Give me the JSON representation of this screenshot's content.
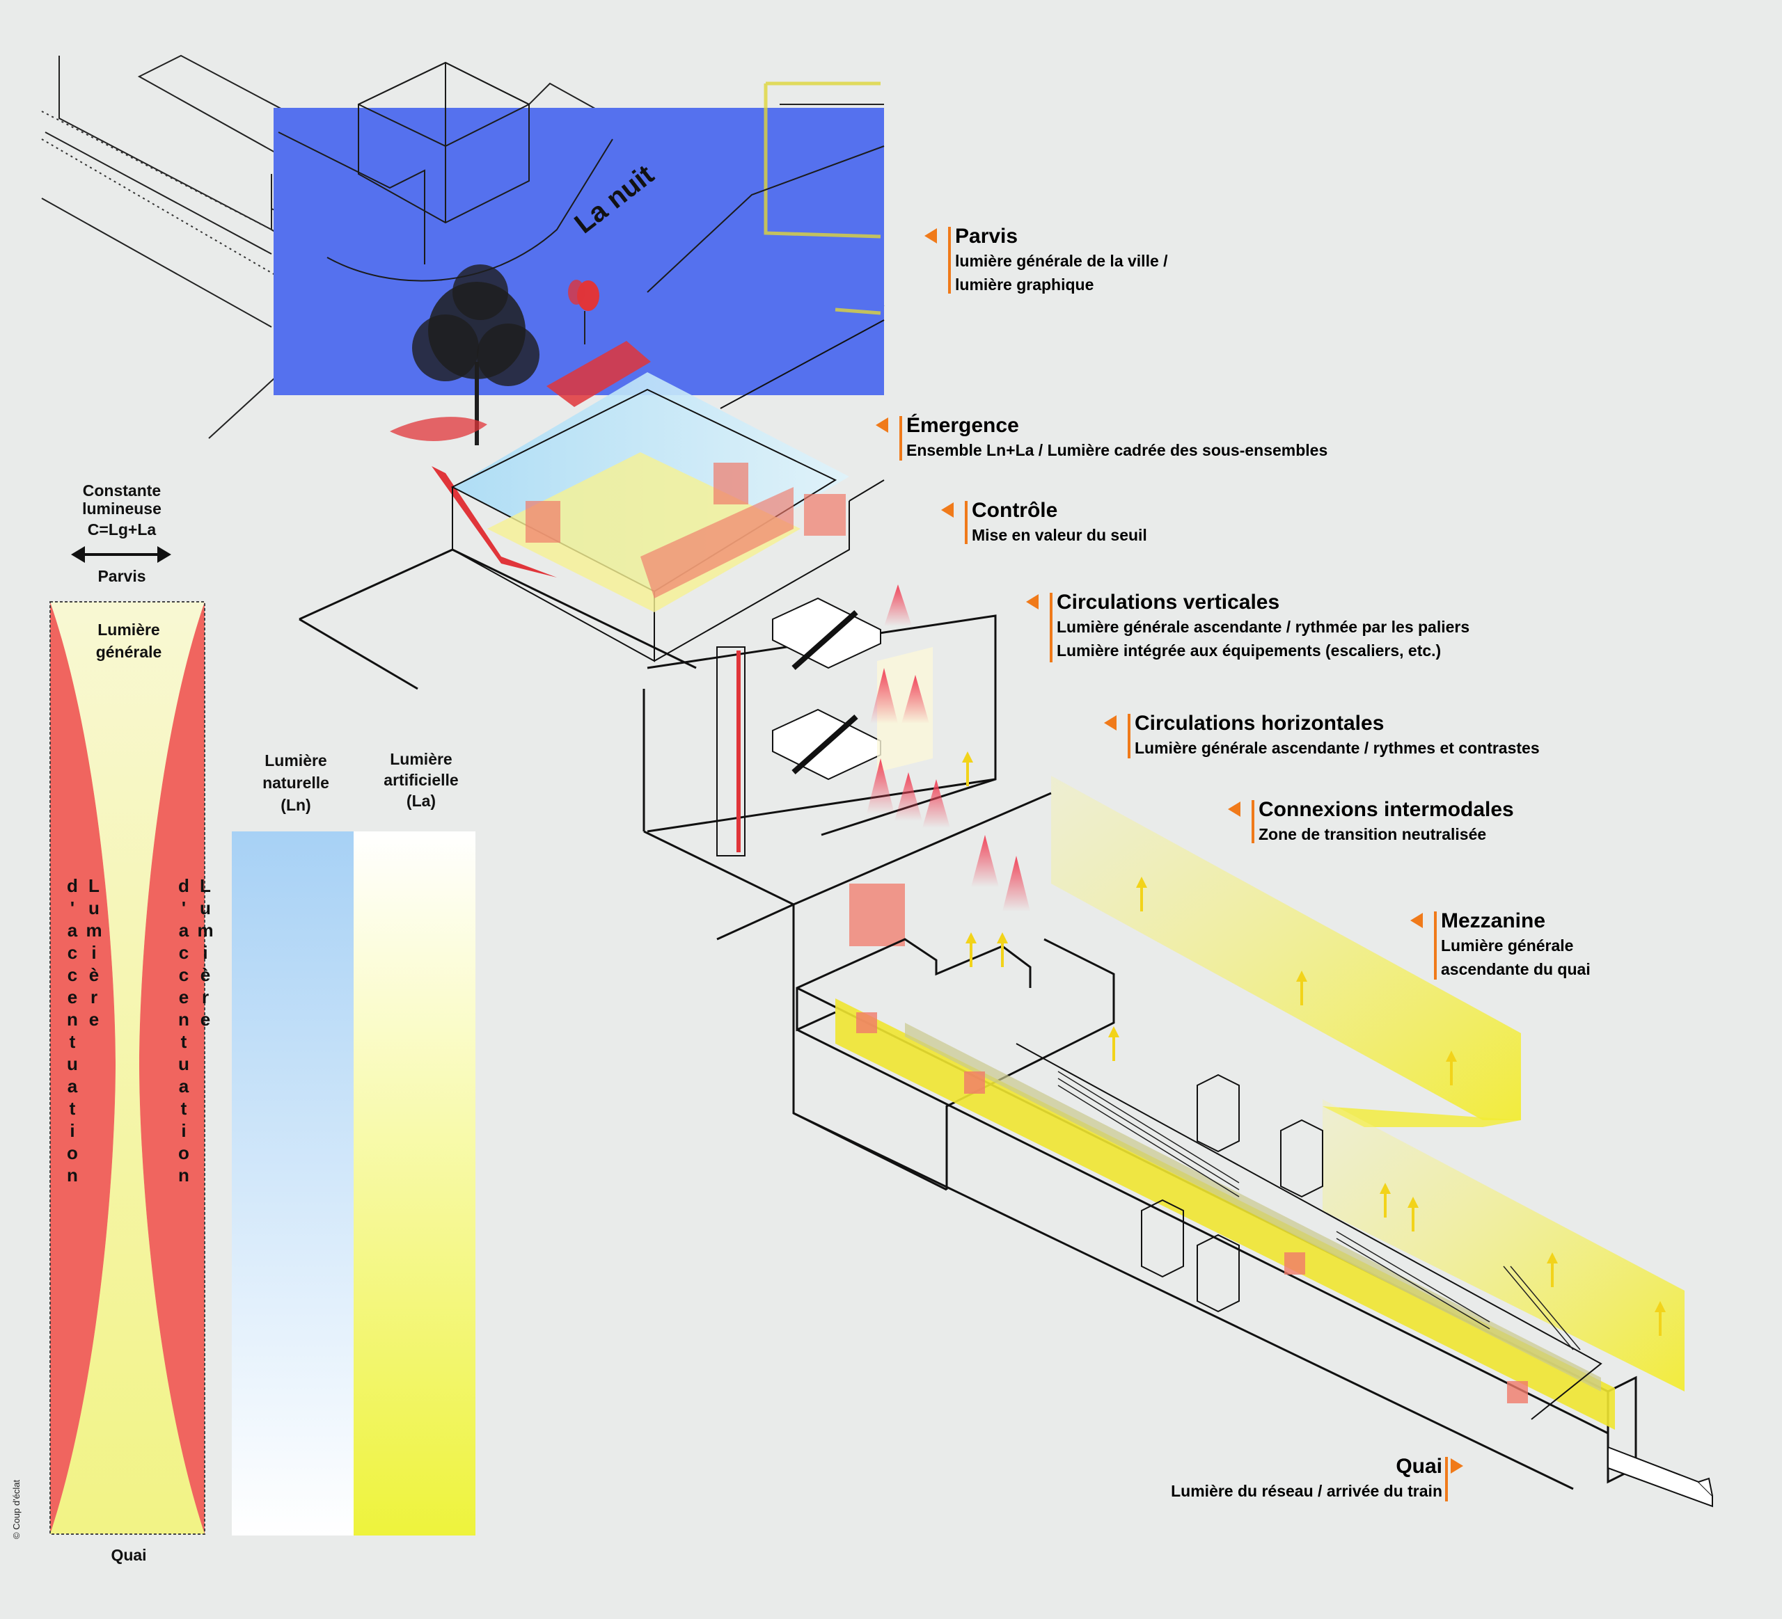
{
  "night_label": "La nuit",
  "labels": [
    {
      "id": "parvis",
      "title": "Parvis",
      "lines": [
        "lumière générale de la ville /",
        "lumière graphique"
      ]
    },
    {
      "id": "emergence",
      "title": "Émergence",
      "lines": [
        "Ensemble Ln+La / Lumière cadrée des sous-ensembles"
      ]
    },
    {
      "id": "controle",
      "title": "Contrôle",
      "lines": [
        "Mise en valeur du seuil"
      ]
    },
    {
      "id": "circ-verticales",
      "title": "Circulations verticales",
      "lines": [
        "Lumière générale ascendante / rythmée par les paliers",
        "Lumière intégrée aux équipements (escaliers, etc.)"
      ]
    },
    {
      "id": "circ-horizontales",
      "title": "Circulations horizontales",
      "lines": [
        "Lumière générale ascendante / rythmes et contrastes"
      ]
    },
    {
      "id": "connexions",
      "title": "Connexions intermodales",
      "lines": [
        "Zone de transition neutralisée"
      ]
    },
    {
      "id": "mezzanine",
      "title": "Mezzanine",
      "lines": [
        "Lumière générale",
        "ascendante du quai"
      ]
    },
    {
      "id": "quai",
      "title": "Quai",
      "lines": [
        "Lumière du réseau / arrivée du train"
      ]
    }
  ],
  "legend": {
    "constante": [
      "Constante",
      "lumineuse",
      "C=Lg+La"
    ],
    "parvis": "Parvis",
    "quai": "Quai",
    "lumiere_generale": [
      "Lumière",
      "générale"
    ],
    "accentuation_left": "Lumière d'accentuation",
    "accentuation_right": "Lumière d'accentuation",
    "naturelle": [
      "Lumière",
      "naturelle",
      "(Ln)"
    ],
    "artificielle": [
      "Lumière",
      "artificielle",
      "(La)"
    ]
  },
  "colors": {
    "night_blue": "#5571ee",
    "accent_red": "#f0655f",
    "light_yellow": "#f3f37a",
    "natural_blue": "#a7d1f5",
    "orange": "#f07a1a",
    "background": "#e9ebea"
  },
  "copyright": "© Coup d'éclat"
}
